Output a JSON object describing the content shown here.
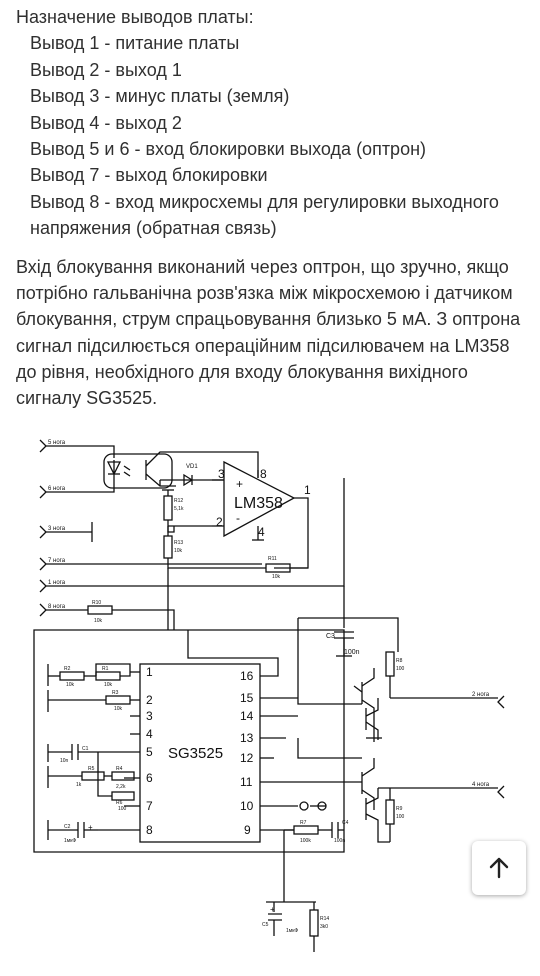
{
  "pinout": {
    "heading": "Назначение выводов платы:",
    "pins": [
      "Вывод 1 - питание платы",
      "Вывод 2 - выход 1",
      "Вывод 3 - минус платы (земля)",
      "Вывод 4 - выход 2",
      "Вывод 5 и 6 - вход блокировки выхода (оптрон)",
      "Вывод 7 - выход блокировки",
      "Вывод 8 - вход микросхемы для регулировки выходного напряжения (обратная связь)"
    ]
  },
  "paragraph": "Вхід блокування виконаний через оптрон, що зручно, якщо потрібно гальванічна розв'язка між мікросхемою і датчиком блокування, струм спрацьовування близько 5 мА. З оптрона сигнал підсилюється операційним підсилювачем на LM358 до рівня, необхідного для входу блокування вихідного сигналу SG3525.",
  "schematic": {
    "ic_main": "SG3525",
    "opamp": "LM358",
    "diode": "VD1",
    "left_pins": [
      "1",
      "2",
      "3",
      "4",
      "5",
      "6",
      "7",
      "8"
    ],
    "right_pins": [
      "16",
      "15",
      "14",
      "13",
      "12",
      "11",
      "10",
      "9"
    ],
    "opamp_pins": [
      "3",
      "8",
      "2",
      "4",
      "1"
    ],
    "opamp_plus": "+",
    "opamp_minus": "-",
    "legs": [
      "5 нога",
      "6 нога",
      "3 нога",
      "7 нога",
      "1 нога",
      "8 нога",
      "2 нога",
      "4 нога"
    ],
    "resistors": [
      "R12",
      "5,1k",
      "R13",
      "10k",
      "R11",
      "10k",
      "R10",
      "10k",
      "R2",
      "10k",
      "R1",
      "10k",
      "R3",
      "10k",
      "R5",
      "1k",
      "R4",
      "2,2k",
      "R6",
      "100",
      "R7",
      "100k",
      "R8",
      "100",
      "R9",
      "100",
      "R14",
      "3k0"
    ],
    "capacitors": [
      "C3",
      "100n",
      "C1",
      "10n",
      "C2",
      "1мкФ",
      "C4",
      "100n",
      "C5",
      "1мкФ"
    ],
    "cap_plus": "+"
  },
  "ui": {
    "scroll_top_icon": "arrow-up-icon"
  }
}
